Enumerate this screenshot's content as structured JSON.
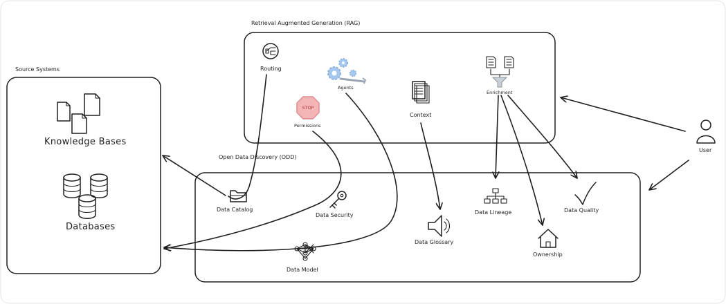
{
  "groups": {
    "rag": "Retrieval Augmented Generation (RAG)",
    "source": "Source Systems",
    "odd": "Open Data Discovery (ODD)"
  },
  "nodes": {
    "routing": "Routing",
    "agents": "Agents",
    "permissions": "Permissions",
    "stop_sign": "STOP",
    "context": "Context",
    "enrichment": "Enrichment",
    "user": "User",
    "knowledge_bases": "Knowledge Bases",
    "databases": "Databases",
    "data_catalog": "Data Catalog",
    "data_security": "Data Security",
    "data_model": "Data Model",
    "data_glossary": "Data Glossary",
    "data_lineage": "Data Lineage",
    "data_quality": "Data Quality",
    "ownership": "Ownership"
  }
}
